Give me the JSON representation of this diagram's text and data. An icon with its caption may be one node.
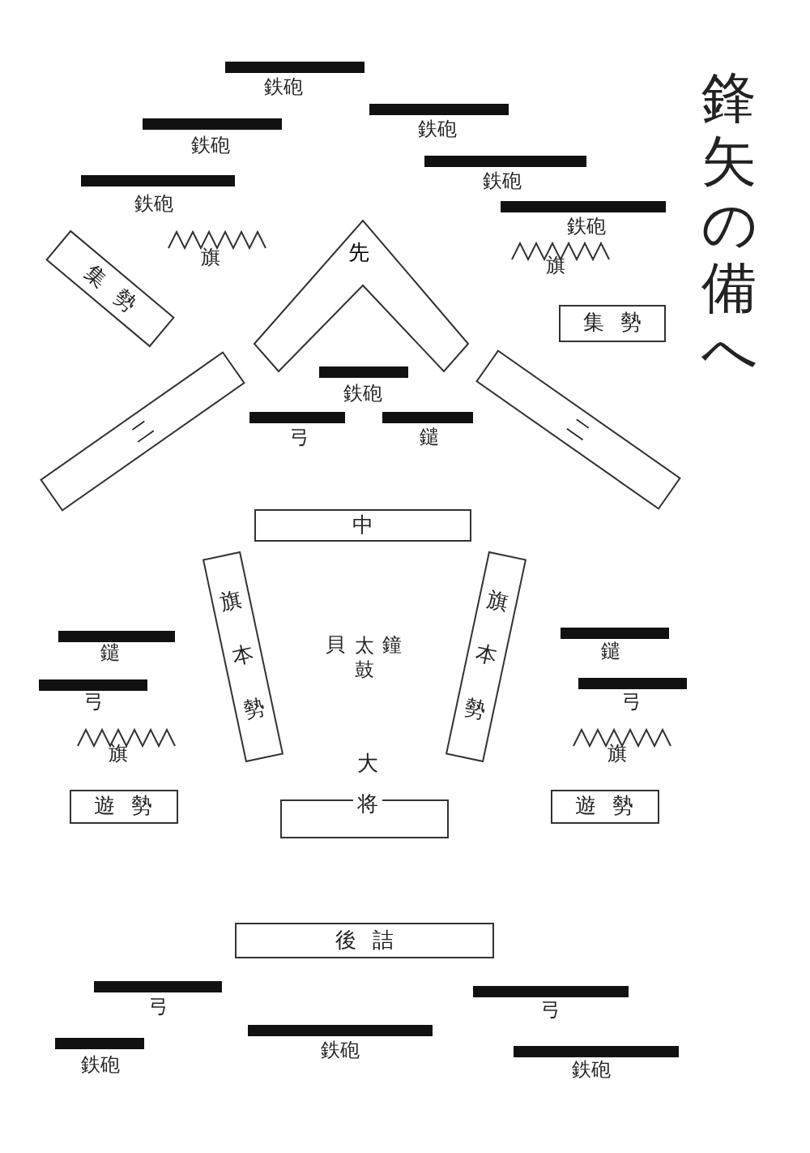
{
  "diagram": {
    "title": "鋒矢の備へ",
    "nodes": [
      {
        "text": [
          "集勢"
        ]
      },
      {
        "text": [
          "先"
        ]
      },
      {
        "text": [
          "集勢"
        ]
      },
      {
        "text": [
          "二"
        ]
      },
      {
        "text": [
          "二"
        ]
      },
      {
        "text": [
          "中"
        ]
      },
      {
        "text": [
          "旗本勢"
        ]
      },
      {
        "text": [
          "旗本勢"
        ]
      },
      {
        "text": [
          "遊勢"
        ]
      },
      {
        "text": [
          "遊勢"
        ]
      },
      {
        "text": [
          "大将"
        ]
      },
      {
        "text": [
          "後詰"
        ]
      }
    ],
    "labels": [
      "鉄砲",
      "鉄砲",
      "鉄砲",
      "鉄砲",
      "鉄砲",
      "鉄砲",
      "旗",
      "旗",
      "鉄砲",
      "弓",
      "鑓",
      "鑓",
      "鑓",
      "弓",
      "弓",
      "貝",
      "太鼓",
      "鐘",
      "旗",
      "旗",
      "弓",
      "弓",
      "鉄砲",
      "鉄砲",
      "鉄砲"
    ]
  }
}
